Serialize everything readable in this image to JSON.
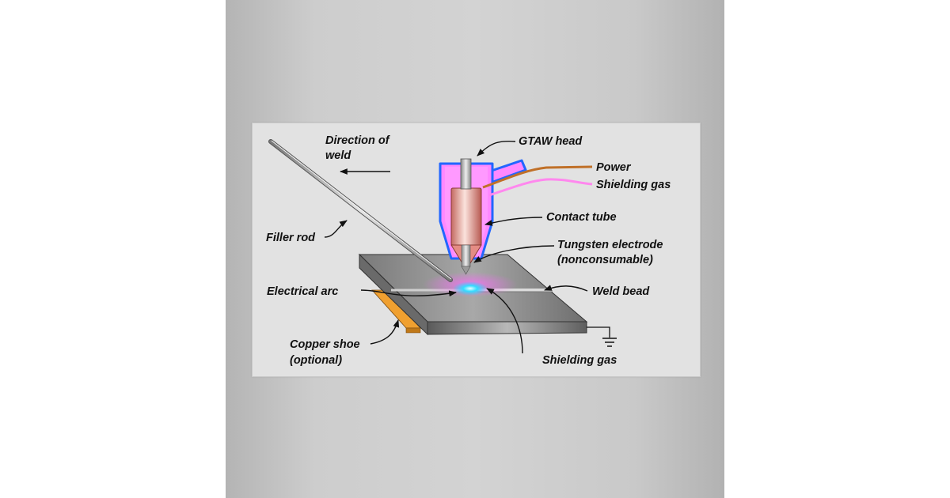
{
  "labels": {
    "direction": [
      "Direction of",
      "weld"
    ],
    "gtaw_head": "GTAW head",
    "power": "Power",
    "shielding_gas_in": "Shielding gas",
    "contact_tube": "Contact tube",
    "tungsten": [
      "Tungsten electrode",
      "(nonconsumable)"
    ],
    "filler_rod": "Filler rod",
    "electrical_arc": "Electrical arc",
    "weld_bead": "Weld bead",
    "copper_shoe": [
      "Copper shoe",
      "(optional)"
    ],
    "shielding_gas_out": "Shielding gas"
  },
  "colors": {
    "nozzle_outline": "#2266ff",
    "nozzle_fill": "#ff88ff",
    "contact_tube": "#e8a8a0",
    "power_cable": "#c07028",
    "gas_hose": "#ff88ee",
    "arc": "#33ccff",
    "copper_shoe": "#f0a030",
    "plate": "#8a8a8a"
  }
}
